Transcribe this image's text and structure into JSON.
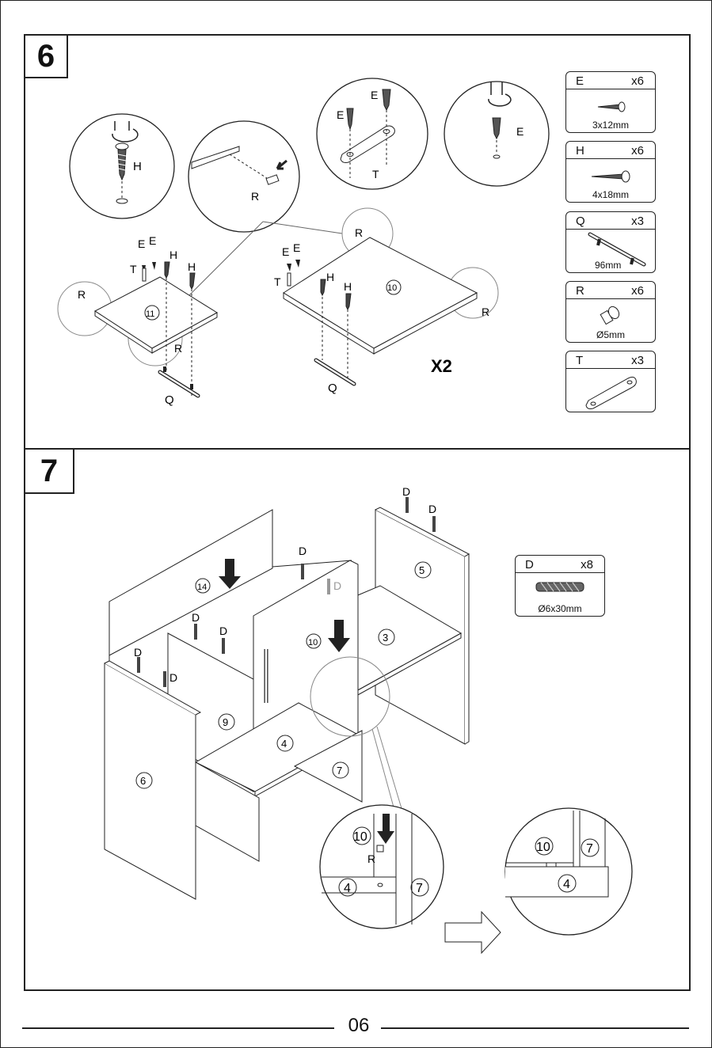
{
  "page_number": "06",
  "steps": [
    {
      "number": "6",
      "parts": [
        {
          "letter": "E",
          "qty": "x6",
          "size": "3x12mm",
          "icon": "screw-small-icon"
        },
        {
          "letter": "H",
          "qty": "x6",
          "size": "4x18mm",
          "icon": "screw-long-icon"
        },
        {
          "letter": "Q",
          "qty": "x3",
          "size": "96mm",
          "icon": "handle-bar-icon"
        },
        {
          "letter": "R",
          "qty": "x6",
          "size": "Ø5mm",
          "icon": "shelf-pin-icon"
        },
        {
          "letter": "T",
          "qty": "x3",
          "size": "",
          "icon": "connector-plate-icon"
        }
      ],
      "multiplier": "X2",
      "labels": {
        "E": "E",
        "H": "H",
        "T": "T",
        "R": "R",
        "Q": "Q",
        "panel_small": "11",
        "panel_large": "10"
      }
    },
    {
      "number": "7",
      "parts": [
        {
          "letter": "D",
          "qty": "x8",
          "size": "Ø6x30mm",
          "icon": "wooden-dowel-icon"
        }
      ],
      "labels": {
        "D": "D",
        "R": "R",
        "p14": "14",
        "p10": "10",
        "p5": "5",
        "p3": "3",
        "p9": "9",
        "p4": "4",
        "p7": "7",
        "p6": "6"
      }
    }
  ]
}
